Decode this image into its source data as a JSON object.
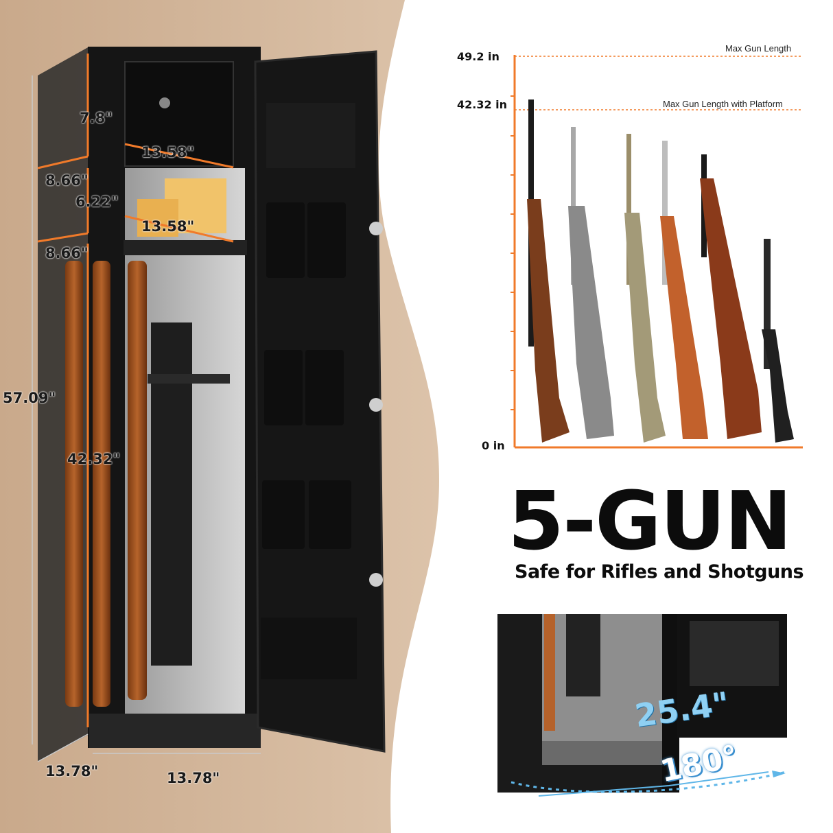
{
  "safe": {
    "dimensions": {
      "top_box_height": "7.8\"",
      "top_box_width": "13.58\"",
      "shelf_spacing_upper": "8.66\"",
      "shelf_height": "6.22\"",
      "shelf_width": "13.58\"",
      "shelf_spacing_lower": "8.66\"",
      "total_height": "57.09\"",
      "gun_space_height": "42.32\"",
      "depth": "13.78\"",
      "width": "13.78\""
    }
  },
  "chart": {
    "max_value_label": "49.2 in",
    "platform_value_label": "42.32 in",
    "zero_label": "0 in",
    "max_note": "Max Gun Length",
    "platform_note": "Max Gun Length with Platform",
    "accent_color": "#f07a2a"
  },
  "headline": {
    "title": "5-GUN",
    "subtitle": "Safe for Rifles and Shotguns"
  },
  "inset": {
    "door_width": "25.4\"",
    "door_angle": "180°"
  }
}
